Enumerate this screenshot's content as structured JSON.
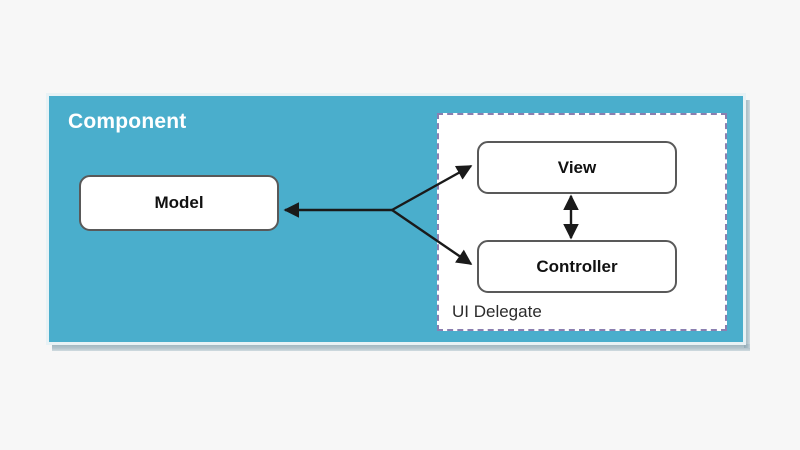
{
  "diagram": {
    "title": "Component",
    "background_color": "#f7f7f7",
    "panel": {
      "label": "Component",
      "fill_color": "#4aaecc",
      "border_color": "#e8f2f5",
      "title_color": "#ffffff"
    },
    "group": {
      "label": "UI Delegate",
      "fill_color": "#ffffff",
      "border_color": "#8b7fb0",
      "border_style": "dashed",
      "label_color": "#2b2b2b"
    },
    "nodes": [
      {
        "id": "model",
        "label": "Model",
        "fill_color": "#ffffff",
        "border_color": "#595959",
        "text_color": "#111111"
      },
      {
        "id": "view",
        "label": "View",
        "fill_color": "#ffffff",
        "border_color": "#595959",
        "text_color": "#111111"
      },
      {
        "id": "controller",
        "label": "Controller",
        "fill_color": "#ffffff",
        "border_color": "#595959",
        "text_color": "#111111"
      }
    ],
    "edges": [
      {
        "id": "fork-to-model",
        "from": "junction",
        "to": "model",
        "arrow": "single",
        "color": "#1a1a1a"
      },
      {
        "id": "fork-to-view",
        "from": "junction",
        "to": "view",
        "arrow": "single",
        "color": "#1a1a1a"
      },
      {
        "id": "fork-to-controller",
        "from": "junction",
        "to": "controller",
        "arrow": "single",
        "color": "#1a1a1a"
      },
      {
        "id": "view-controller",
        "from": "view",
        "to": "controller",
        "arrow": "double",
        "color": "#1a1a1a"
      }
    ]
  }
}
